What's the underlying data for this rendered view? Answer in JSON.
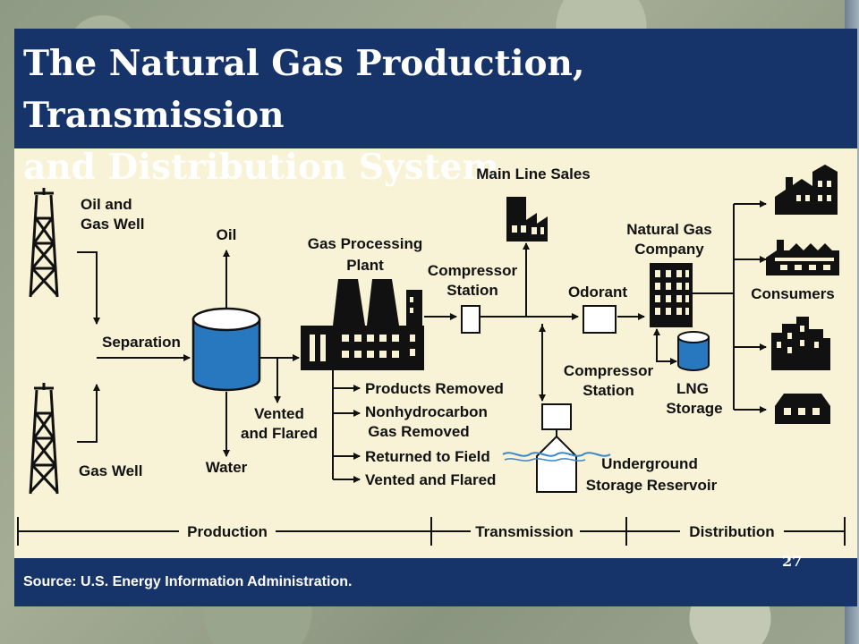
{
  "title_line1": "The Natural Gas Production, Transmission",
  "title_line2": "and Distribution System",
  "source": "Source: U.S. Energy Information Administration.",
  "page_number": "27",
  "labels": {
    "oil_gas_well_1": "Oil and",
    "oil_gas_well_2": "Gas Well",
    "gas_well": "Gas Well",
    "separation": "Separation",
    "oil": "Oil",
    "water": "Water",
    "vented_flared_1_1": "Vented",
    "vented_flared_1_2": "and Flared",
    "gas_processing_plant_1": "Gas Processing",
    "gas_processing_plant_2": "Plant",
    "products_removed": "Products Removed",
    "nonhydrocarbon_1": "Nonhydrocarbon",
    "nonhydrocarbon_2": "Gas Removed",
    "returned_to_field": "Returned to Field",
    "vented_flared_2": "Vented and Flared",
    "compressor_station_1_1": "Compressor",
    "compressor_station_1_2": "Station",
    "main_line_sales": "Main Line Sales",
    "odorant": "Odorant",
    "compressor_station_2_1": "Compressor",
    "compressor_station_2_2": "Station",
    "underground_1": "Underground",
    "underground_2": "Storage Reservoir",
    "natural_gas_company_1": "Natural Gas",
    "natural_gas_company_2": "Company",
    "lng_storage_1": "LNG",
    "lng_storage_2": "Storage",
    "consumers": "Consumers"
  },
  "stages": {
    "production": "Production",
    "transmission": "Transmission",
    "distribution": "Distribution"
  },
  "icons": [
    "oil-derrick-icon",
    "storage-tank-icon",
    "processing-plant-icon",
    "factory-icon",
    "office-building-icon",
    "lng-tank-icon",
    "house-icon"
  ],
  "colors": {
    "header_bg": "#16336a",
    "panel_bg": "#f8f2d6",
    "tank_blue": "#2878c0",
    "reservoir_line": "#3b86c6"
  }
}
